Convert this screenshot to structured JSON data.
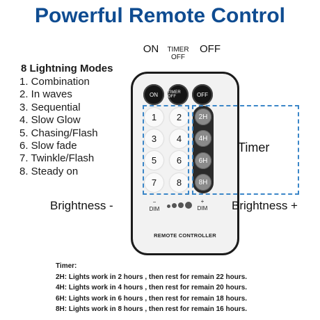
{
  "title": "Powerful Remote Control",
  "top_labels": {
    "on": "ON",
    "timer_off": "TIMER OFF",
    "off": "OFF"
  },
  "modes": {
    "heading": "8 Lightning Modes",
    "items": [
      "1. Combination",
      "2. In waves",
      "3. Sequential",
      "4. Slow Glow",
      "5. Chasing/Flash",
      "6. Slow fade",
      "7. Twinkle/Flash",
      "8. Steady on"
    ]
  },
  "remote": {
    "buttons": {
      "on": "ON",
      "timer_off": "TIMER OFF",
      "off": "OFF"
    },
    "numbers": [
      "1",
      "2",
      "3",
      "4",
      "5",
      "6",
      "7",
      "8"
    ],
    "timers": [
      "2H",
      "4H",
      "6H",
      "8H"
    ],
    "dim_minus_sign": "−",
    "dim_plus_sign": "+",
    "dim_label": "DIM",
    "brand": "REMOTE CONTROLLER"
  },
  "labels": {
    "timer": "Timer",
    "brightness_minus": "Brightness -",
    "brightness_plus": "Brightness +"
  },
  "timer_notes": {
    "heading": "Timer:",
    "lines": [
      "2H: Lights work in 2 hours , then rest for remain 22 hours.",
      "4H: Lights work in 4 hours , then rest for remain 20 hours.",
      "6H: Lights work in 6 hours , then rest for remain 18 hours.",
      "8H: Lights work in 8 hours , then rest for remain 16 hours."
    ]
  },
  "colors": {
    "title": "#0f4c91",
    "dashed_box": "#3a86c8"
  }
}
